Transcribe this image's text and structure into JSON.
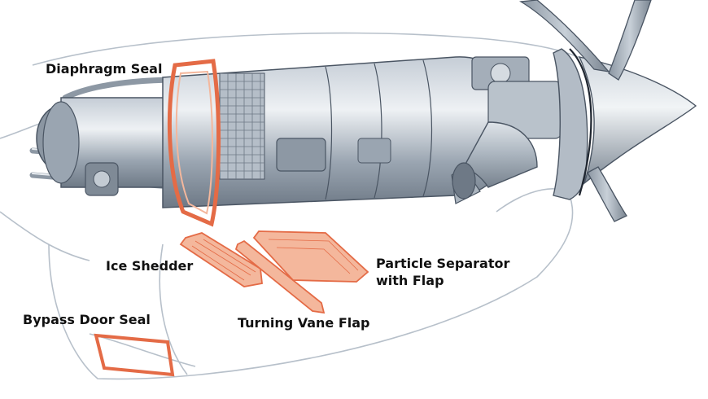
{
  "colors": {
    "background": "#ffffff",
    "metal_dark": "#6c7784",
    "metal_mid": "#a4aeb9",
    "metal_light": "#d9dfe5",
    "outline": "#4a5563",
    "nacelle_line": "#b7c0ca",
    "highlight_part": "#e46b46",
    "highlight_fill": "#f4b79c",
    "label_text": "#111111"
  },
  "icons": [
    "propeller",
    "spinner",
    "engine-core",
    "exhaust-duct"
  ],
  "callouts": {
    "diaphragm_seal": "Diaphragm Seal",
    "ice_shedder": "Ice Shedder",
    "particle_separator_line1": "Particle Separator",
    "particle_separator_line2": "with Flap",
    "bypass_door_seal": "Bypass Door Seal",
    "turning_vane_flap": "Turning Vane Flap"
  }
}
